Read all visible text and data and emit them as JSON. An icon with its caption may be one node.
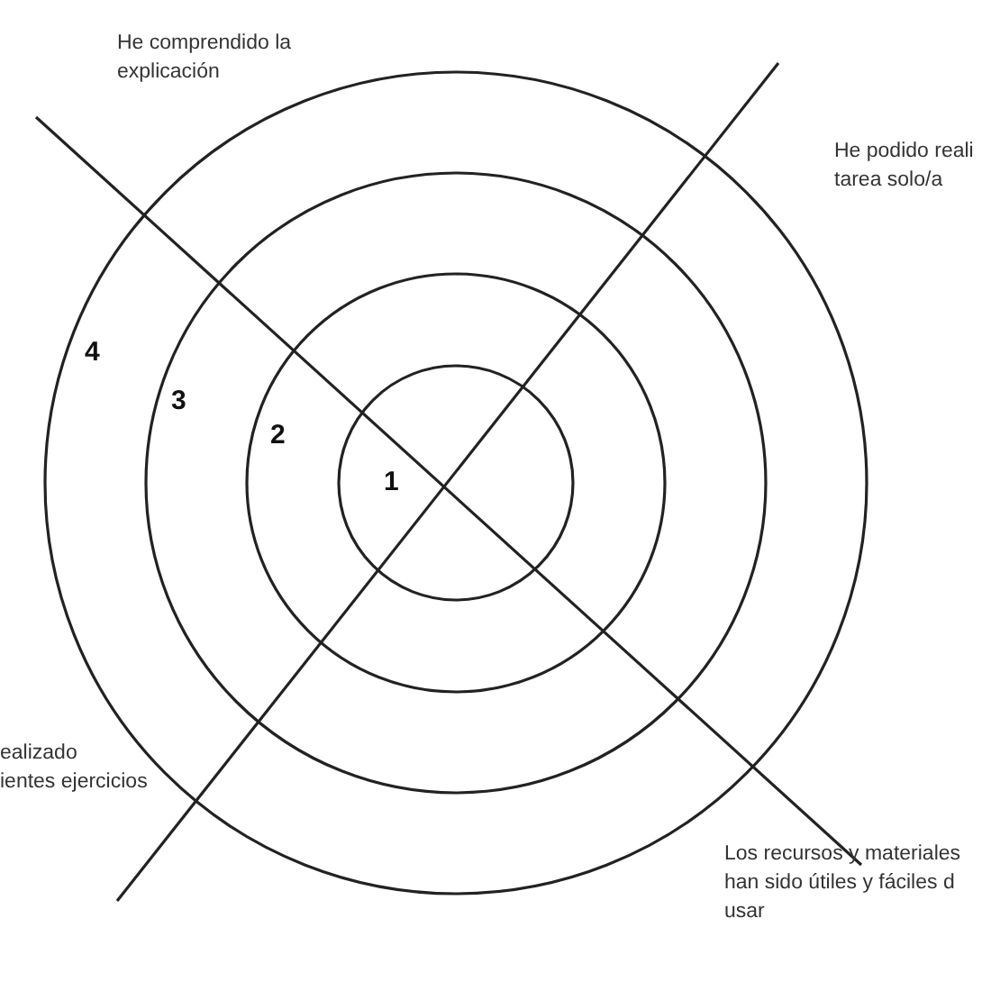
{
  "diagram": {
    "labels": [
      "He comprendido la explicación",
      "He podido reali",
      "tarea solo/a",
      "4",
      "3",
      "2",
      "1",
      "ealizado",
      "ientes ejercicios",
      "Los recursos y materiales",
      "han sido útiles y fáciles d",
      "usar"
    ]
  }
}
